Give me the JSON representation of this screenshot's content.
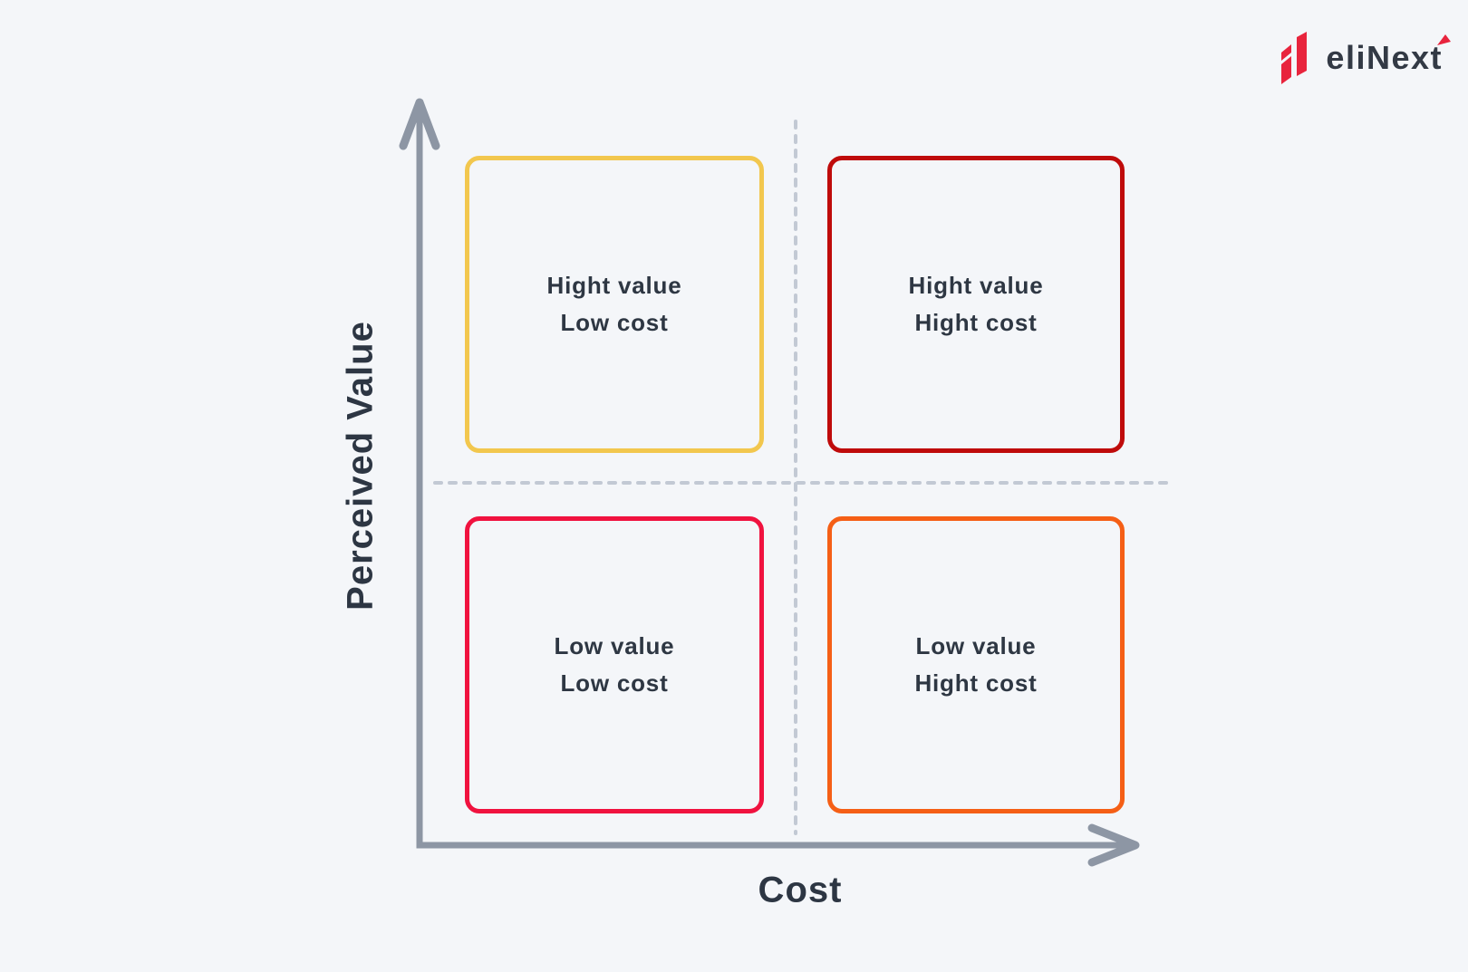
{
  "colors": {
    "background": "#F4F6F9",
    "axis": "#8D96A4",
    "dash": "#C2C9D4",
    "quadrant_text": "#2E3743",
    "axis_label_text": "#2D3643",
    "logo_red": "#E8243D",
    "logo_text": "#333A45",
    "quadrant_yellow": "#F2C74E",
    "quadrant_dark_red": "#BF0B0B",
    "quadrant_crimson": "#F0123F",
    "quadrant_orange": "#F55F16"
  },
  "logo": {
    "segment_pre": "eli",
    "segment_n": "N",
    "segment_mid": "ex",
    "segment_t": "t"
  },
  "diagram": {
    "y_axis_label": "Perceived Value",
    "x_axis_label": "Cost",
    "quadrants": [
      {
        "position": "top-left",
        "line1": "Hight value",
        "line2": "Low cost",
        "border_color": "#F2C74E"
      },
      {
        "position": "top-right",
        "line1": "Hight value",
        "line2": "Hight cost",
        "border_color": "#BF0B0B"
      },
      {
        "position": "bottom-left",
        "line1": "Low value",
        "line2": "Low cost",
        "border_color": "#F0123F"
      },
      {
        "position": "bottom-right",
        "line1": "Low value",
        "line2": "Hight cost",
        "border_color": "#F55F16"
      }
    ]
  }
}
